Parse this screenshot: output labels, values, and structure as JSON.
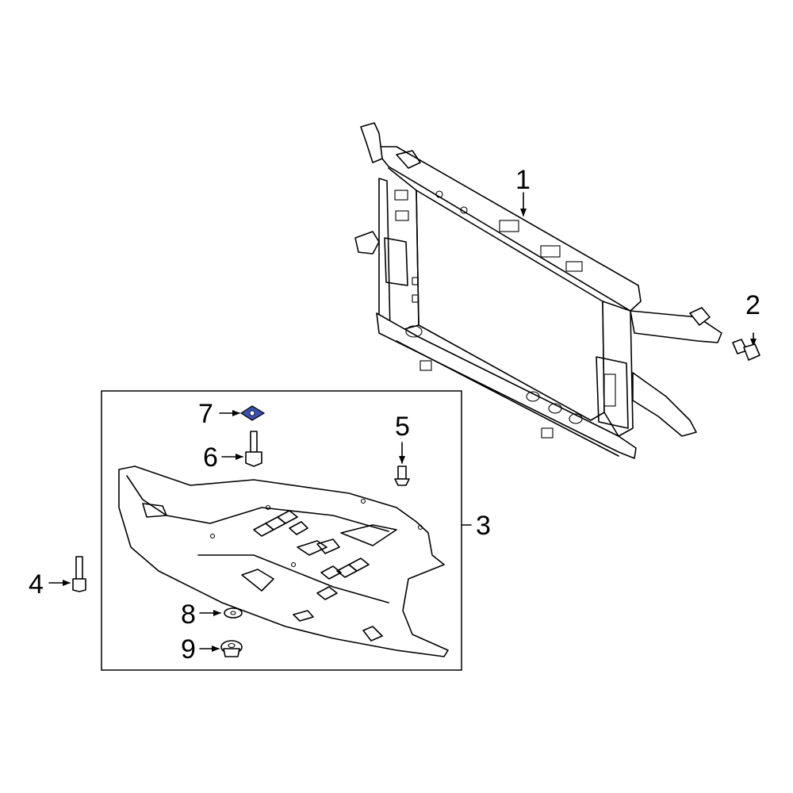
{
  "callouts": [
    {
      "id": "1",
      "label": "1"
    },
    {
      "id": "2",
      "label": "2"
    },
    {
      "id": "3",
      "label": "3"
    },
    {
      "id": "4",
      "label": "4"
    },
    {
      "id": "5",
      "label": "5"
    },
    {
      "id": "6",
      "label": "6"
    },
    {
      "id": "7",
      "label": "7"
    },
    {
      "id": "8",
      "label": "8"
    },
    {
      "id": "9",
      "label": "9"
    }
  ],
  "colors": {
    "line": "#000000",
    "background": "#ffffff",
    "highlight_part": "#3a4fb0"
  }
}
